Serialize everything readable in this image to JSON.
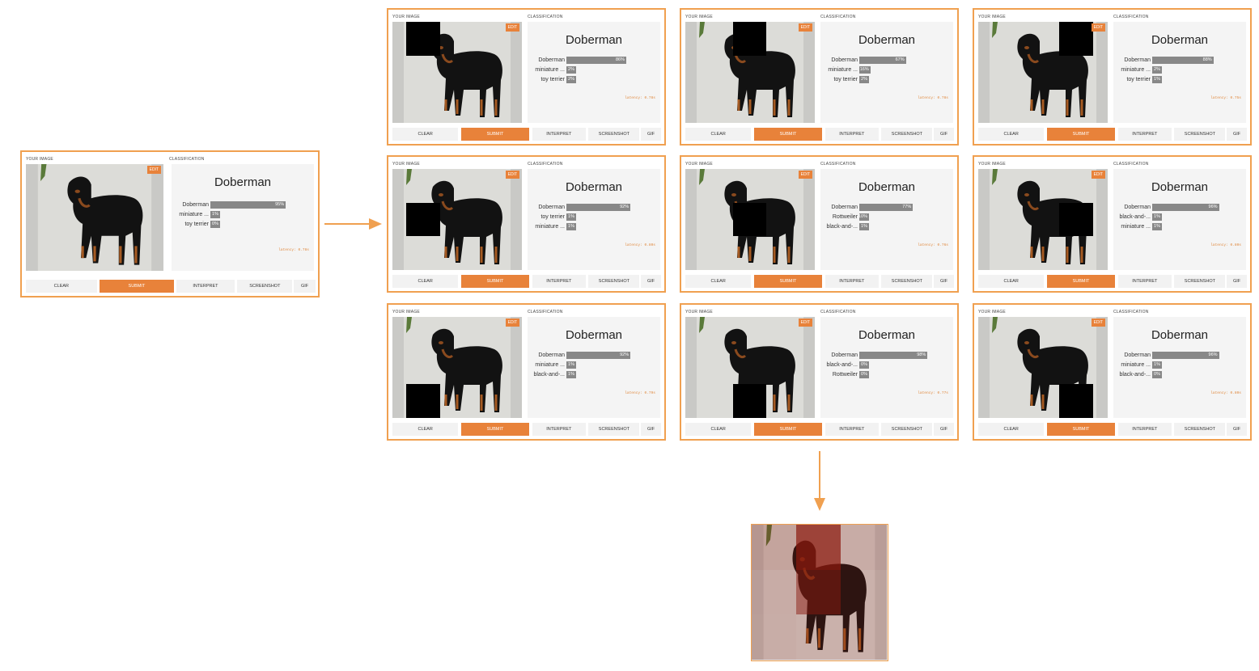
{
  "labels": {
    "your_image": "YOUR IMAGE",
    "classification": "CLASSIFICATION",
    "edit": "EDIT"
  },
  "buttons": {
    "clear": "CLEAR",
    "submit": "SUBMIT",
    "interpret": "INTERPRET",
    "screenshot": "SCREENSHOT",
    "gif": "GIF"
  },
  "colors": {
    "accent": "#e8823a",
    "border": "#f0a050",
    "bar": "#888888",
    "heat": "#8b1a0e"
  },
  "original": {
    "top_label": "Doberman",
    "predictions": [
      {
        "label": "Doberman",
        "pct": "95%",
        "value": 0.95
      },
      {
        "label": "miniature ...",
        "pct": "1%",
        "value": 0.01
      },
      {
        "label": "toy terrier",
        "pct": "0%",
        "value": 0.0
      }
    ],
    "latency": "latency: 0.78s"
  },
  "occluded": [
    {
      "top_label": "Doberman",
      "occlusion": "top-left",
      "latency": "latency: 0.78s",
      "predictions": [
        {
          "label": "Doberman",
          "pct": "86%",
          "value": 0.86
        },
        {
          "label": "miniature ...",
          "pct": "2%",
          "value": 0.02
        },
        {
          "label": "toy terrier",
          "pct": "2%",
          "value": 0.02
        }
      ]
    },
    {
      "top_label": "Doberman",
      "occlusion": "top-center",
      "latency": "latency: 0.78s",
      "predictions": [
        {
          "label": "Doberman",
          "pct": "67%",
          "value": 0.67
        },
        {
          "label": "miniature ...",
          "pct": "16%",
          "value": 0.16
        },
        {
          "label": "toy terrier",
          "pct": "2%",
          "value": 0.02
        }
      ]
    },
    {
      "top_label": "Doberman",
      "occlusion": "top-right",
      "latency": "latency: 0.75s",
      "predictions": [
        {
          "label": "Doberman",
          "pct": "88%",
          "value": 0.88
        },
        {
          "label": "miniature ...",
          "pct": "2%",
          "value": 0.02
        },
        {
          "label": "toy terrier",
          "pct": "1%",
          "value": 0.01
        }
      ]
    },
    {
      "top_label": "Doberman",
      "occlusion": "middle-left",
      "latency": "latency: 0.80s",
      "predictions": [
        {
          "label": "Doberman",
          "pct": "92%",
          "value": 0.92
        },
        {
          "label": "toy terrier",
          "pct": "1%",
          "value": 0.01
        },
        {
          "label": "miniature ...",
          "pct": "1%",
          "value": 0.01
        }
      ]
    },
    {
      "top_label": "Doberman",
      "occlusion": "middle-center",
      "latency": "latency: 0.76s",
      "predictions": [
        {
          "label": "Doberman",
          "pct": "77%",
          "value": 0.77
        },
        {
          "label": "Rottweiler",
          "pct": "10%",
          "value": 0.1
        },
        {
          "label": "black-and-...",
          "pct": "1%",
          "value": 0.01
        }
      ]
    },
    {
      "top_label": "Doberman",
      "occlusion": "middle-right",
      "latency": "latency: 0.80s",
      "predictions": [
        {
          "label": "Doberman",
          "pct": "96%",
          "value": 0.96
        },
        {
          "label": "black-and-...",
          "pct": "1%",
          "value": 0.01
        },
        {
          "label": "miniature ...",
          "pct": "1%",
          "value": 0.01
        }
      ]
    },
    {
      "top_label": "Doberman",
      "occlusion": "bottom-left",
      "latency": "latency: 0.79s",
      "predictions": [
        {
          "label": "Doberman",
          "pct": "92%",
          "value": 0.92
        },
        {
          "label": "miniature ...",
          "pct": "1%",
          "value": 0.01
        },
        {
          "label": "black-and-...",
          "pct": "1%",
          "value": 0.01
        }
      ]
    },
    {
      "top_label": "Doberman",
      "occlusion": "bottom-center",
      "latency": "latency: 0.77s",
      "predictions": [
        {
          "label": "Doberman",
          "pct": "98%",
          "value": 0.98
        },
        {
          "label": "black-and-...",
          "pct": "0%",
          "value": 0.0
        },
        {
          "label": "Rottweiler",
          "pct": "0%",
          "value": 0.0
        }
      ]
    },
    {
      "top_label": "Doberman",
      "occlusion": "bottom-right",
      "latency": "latency: 0.80s",
      "predictions": [
        {
          "label": "Doberman",
          "pct": "96%",
          "value": 0.96
        },
        {
          "label": "miniature ...",
          "pct": "1%",
          "value": 0.01
        },
        {
          "label": "black-and-...",
          "pct": "0%",
          "value": 0.0
        }
      ]
    }
  ],
  "heatmap": {
    "columns": 3,
    "rows": 3,
    "importance": [
      0.15,
      0.85,
      0.1,
      0.1,
      0.6,
      0.05,
      0.08,
      0.05,
      0.05
    ]
  }
}
